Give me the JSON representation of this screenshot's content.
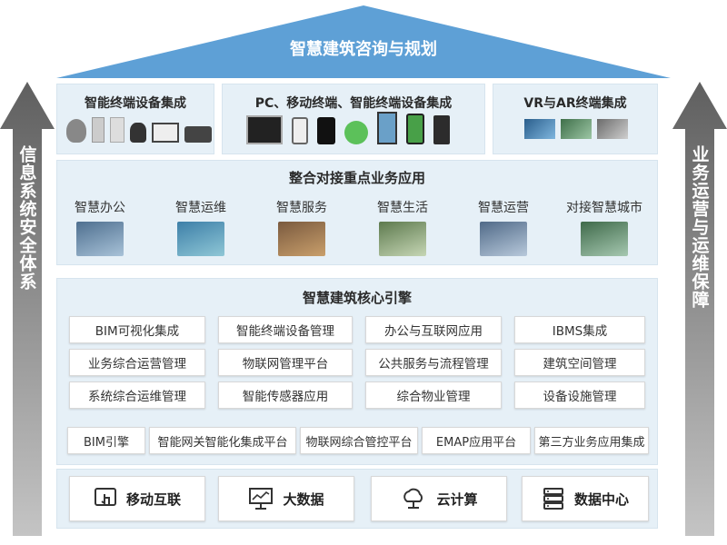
{
  "roof": {
    "title": "智慧建筑咨询与规划"
  },
  "left_pillar": {
    "label": "信息系统安全体系"
  },
  "right_pillar": {
    "label": "业务运营与运维保障"
  },
  "integration": {
    "panels": [
      {
        "title": "智能终端设备集成"
      },
      {
        "title": "PC、移动终端、智能终端设备集成"
      },
      {
        "title": "VR与AR终端集成"
      }
    ]
  },
  "apps": {
    "title": "整合对接重点业务应用",
    "items": [
      "智慧办公",
      "智慧运维",
      "智慧服务",
      "智慧生活",
      "智慧运营",
      "对接智慧城市"
    ]
  },
  "core": {
    "title": "智慧建筑核心引擎",
    "columns": [
      [
        "BIM可视化集成",
        "业务综合运营管理",
        "系统综合运维管理"
      ],
      [
        "智能终端设备管理",
        "物联网管理平台",
        "智能传感器应用"
      ],
      [
        "办公与互联网应用",
        "公共服务与流程管理",
        "综合物业管理"
      ],
      [
        "IBMS集成",
        "建筑空间管理",
        "设备设施管理"
      ]
    ],
    "platforms": [
      "BIM引擎",
      "智能网关智能化集成平台",
      "物联网综合管控平台",
      "EMAP应用平台",
      "第三方业务应用集成"
    ]
  },
  "infra": {
    "items": [
      {
        "label": "移动互联",
        "icon": "touch-icon"
      },
      {
        "label": "大数据",
        "icon": "monitor-chart-icon"
      },
      {
        "label": "云计算",
        "icon": "cloud-icon"
      },
      {
        "label": "数据中心",
        "icon": "server-icon"
      }
    ]
  },
  "colors": {
    "roof": "#5ea0d6",
    "panel": "#e6f0f7",
    "pillar_dark": "#5f5f5f",
    "pillar_light": "#b5b5b5",
    "text": "#333333"
  }
}
